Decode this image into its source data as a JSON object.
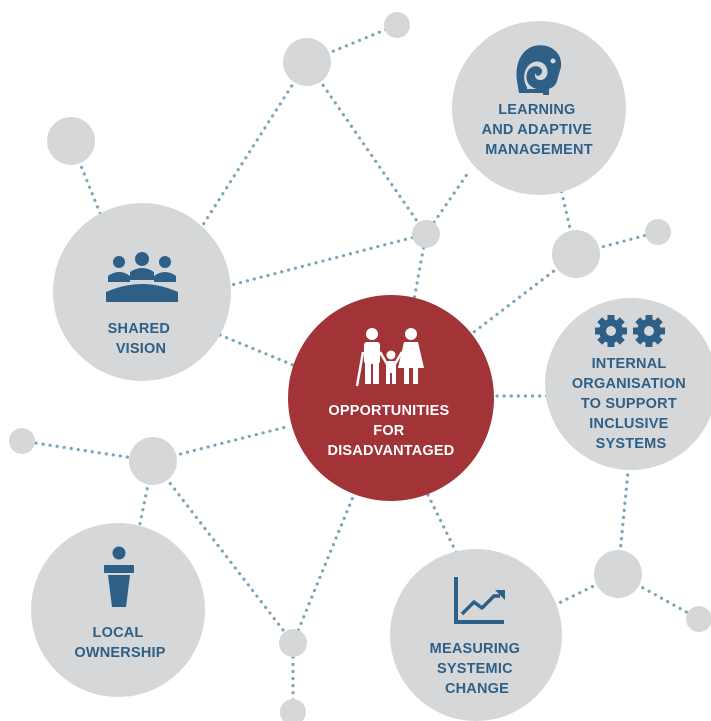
{
  "center": {
    "lines": [
      "OPPORTUNITIES",
      "FOR",
      "DISADVANTAGED"
    ],
    "icon": "family-icon",
    "color": "#a23437"
  },
  "nodes": {
    "learning": {
      "lines": [
        "LEARNING",
        "AND ADAPTIVE",
        "MANAGEMENT"
      ],
      "icon": "chameleon-icon"
    },
    "shared_vision": {
      "lines": [
        "SHARED",
        "VISION"
      ],
      "icon": "group-meeting-icon"
    },
    "internal": {
      "lines": [
        "INTERNAL",
        "ORGANISATION",
        "TO SUPPORT",
        "INCLUSIVE",
        "SYSTEMS"
      ],
      "icon": "gears-icon"
    },
    "local": {
      "lines": [
        "LOCAL",
        "OWNERSHIP"
      ],
      "icon": "podium-speaker-icon"
    },
    "measuring": {
      "lines": [
        "MEASURING",
        "SYSTEMIC",
        "CHANGE"
      ],
      "icon": "line-chart-icon"
    }
  },
  "colors": {
    "node_fill": "#d6d7d9",
    "text_blue": "#2e5f86",
    "connector_dots": "#7ba5b8"
  }
}
